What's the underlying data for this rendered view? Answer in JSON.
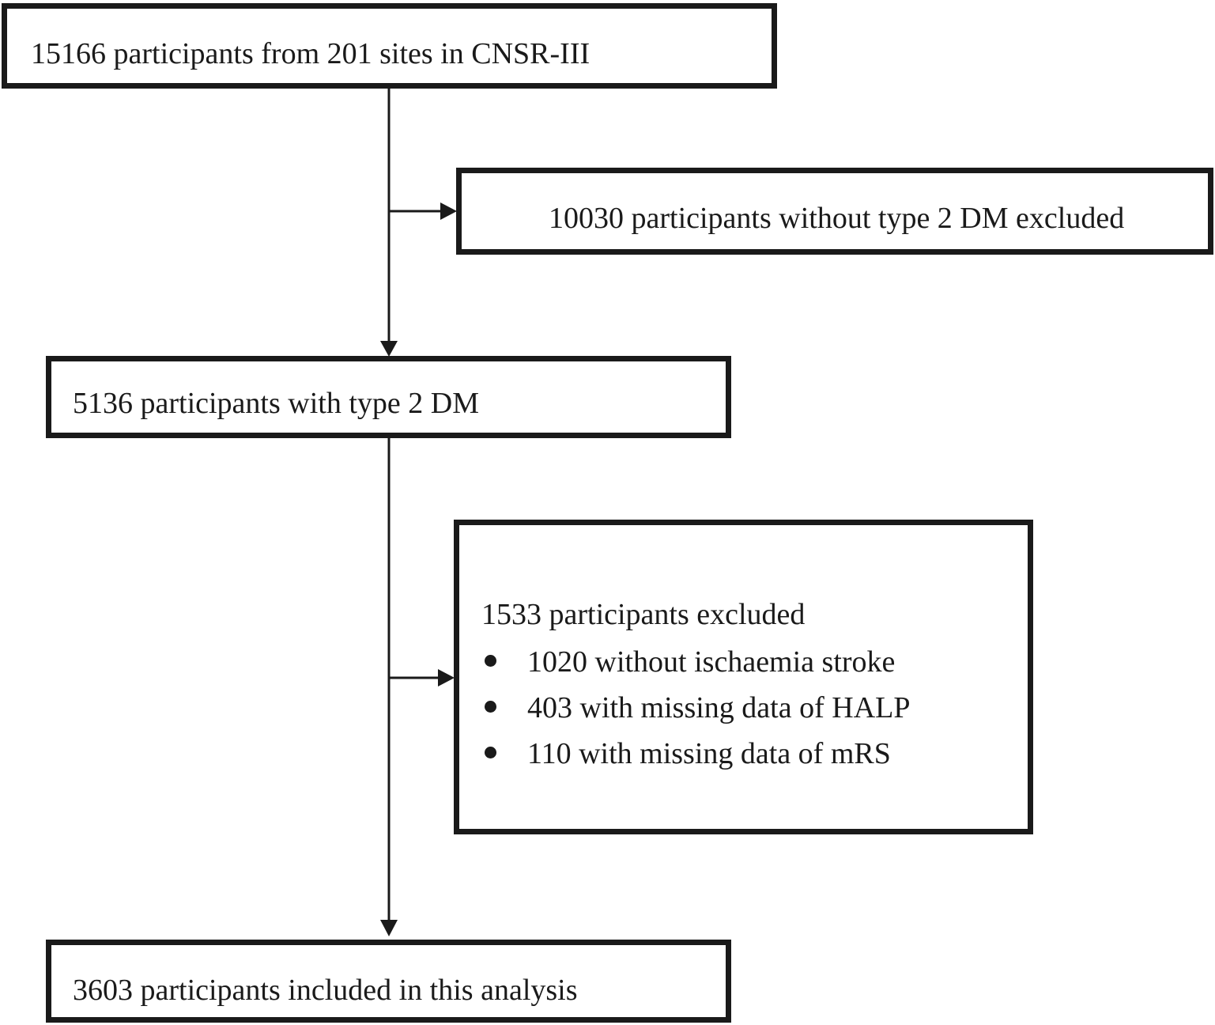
{
  "flowchart": {
    "total": "15166 participants from 201 sites in CNSR-III",
    "exclusion_1": "10030 participants without type 2 DM excluded",
    "with_dm": "5136 participants with type 2 DM",
    "exclusion_2": {
      "heading": "1533 participants excluded",
      "items": [
        "1020 without ischaemia stroke",
        "403 with missing data of HALP",
        "110 with missing data of mRS"
      ]
    },
    "final": "3603 participants included in this analysis"
  }
}
